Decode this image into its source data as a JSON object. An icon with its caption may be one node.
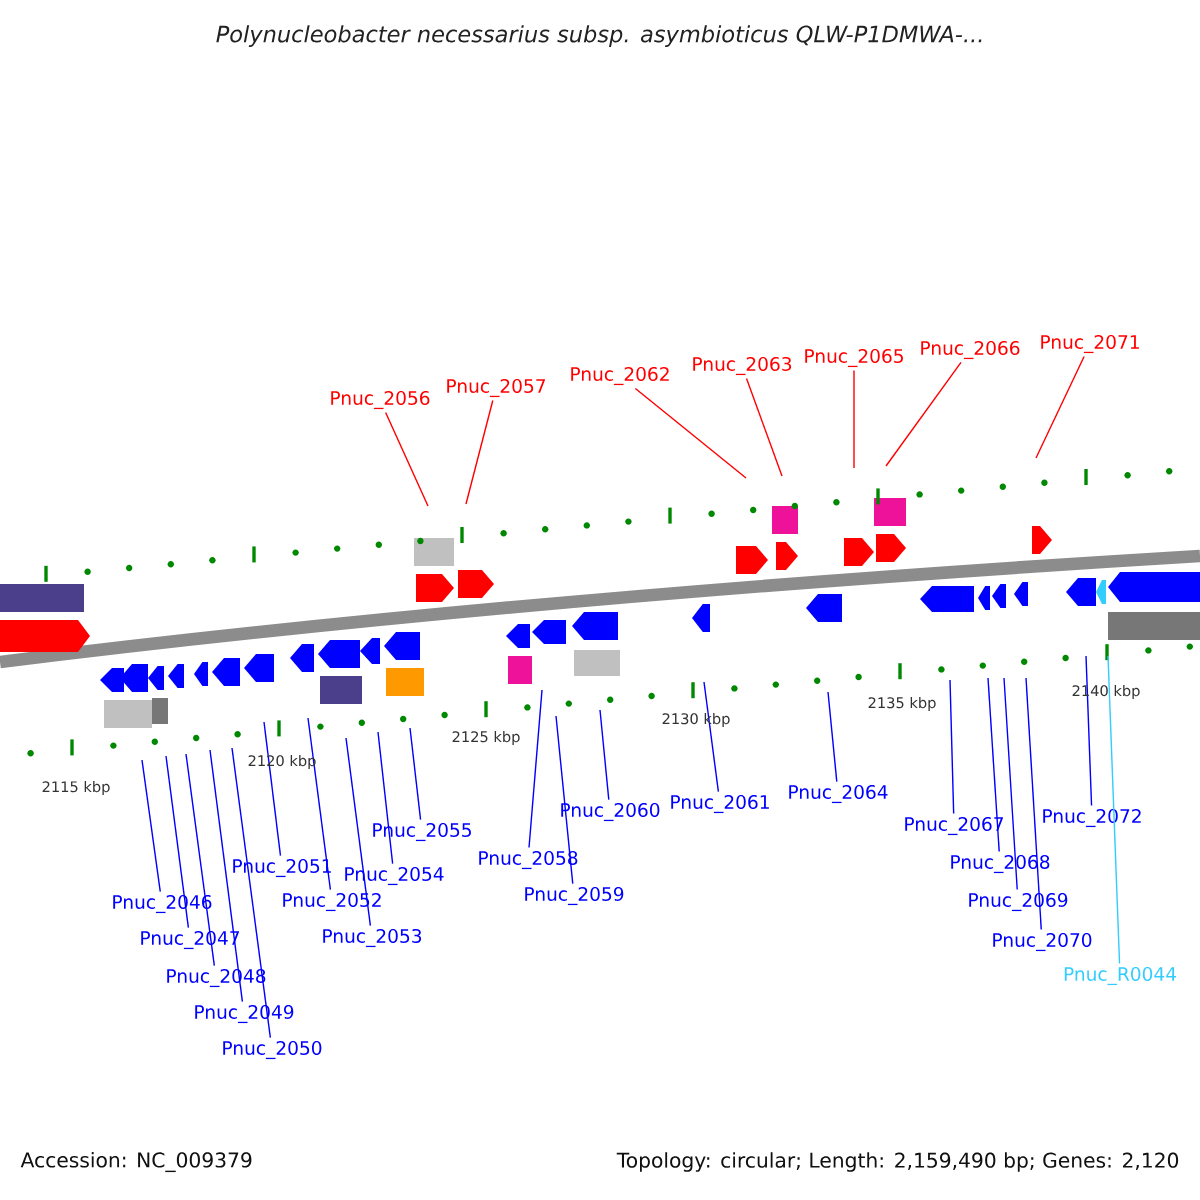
{
  "diagram": {
    "title": "Polynucleobacter necessarius subsp. asymbioticus QLW-P1DMWA-...",
    "nodes": [
      {
        "text": [
          "Pnuc_2056"
        ]
      },
      {
        "text": [
          "Pnuc_2057"
        ]
      },
      {
        "text": [
          "Pnuc_2062"
        ]
      },
      {
        "text": [
          "Pnuc_2063"
        ]
      },
      {
        "text": [
          "Pnuc_2065"
        ]
      },
      {
        "text": [
          "Pnuc_2066"
        ]
      },
      {
        "text": [
          "Pnuc_2071"
        ]
      },
      {
        "text": [
          "Pnuc_2046"
        ]
      },
      {
        "text": [
          "Pnuc_2047"
        ]
      },
      {
        "text": [
          "Pnuc_2048"
        ]
      },
      {
        "text": [
          "Pnuc_2049"
        ]
      },
      {
        "text": [
          "Pnuc_2050"
        ]
      },
      {
        "text": [
          "Pnuc_2051"
        ]
      },
      {
        "text": [
          "Pnuc_2052"
        ]
      },
      {
        "text": [
          "Pnuc_2053"
        ]
      },
      {
        "text": [
          "Pnuc_2054"
        ]
      },
      {
        "text": [
          "Pnuc_2055"
        ]
      },
      {
        "text": [
          "Pnuc_2058"
        ]
      },
      {
        "text": [
          "Pnuc_2059"
        ]
      },
      {
        "text": [
          "Pnuc_2060"
        ]
      },
      {
        "text": [
          "Pnuc_2061"
        ]
      },
      {
        "text": [
          "Pnuc_2064"
        ]
      },
      {
        "text": [
          "Pnuc_2067"
        ]
      },
      {
        "text": [
          "Pnuc_2068"
        ]
      },
      {
        "text": [
          "Pnuc_2069"
        ]
      },
      {
        "text": [
          "Pnuc_2070"
        ]
      },
      {
        "text": [
          "Pnuc_2072"
        ]
      },
      {
        "text": [
          "Pnuc_R0044"
        ]
      }
    ],
    "edges": [
      {
        "from": 0,
        "to": null,
        "arrow": "none",
        "color": "#ff0000"
      },
      {
        "from": 1,
        "to": null,
        "arrow": "none",
        "color": "#ff0000"
      },
      {
        "from": 2,
        "to": null,
        "arrow": "none",
        "color": "#ff0000"
      },
      {
        "from": 3,
        "to": null,
        "arrow": "none",
        "color": "#ff0000"
      },
      {
        "from": 4,
        "to": null,
        "arrow": "none",
        "color": "#ff0000"
      },
      {
        "from": 5,
        "to": null,
        "arrow": "none",
        "color": "#ff0000"
      },
      {
        "from": 6,
        "to": null,
        "arrow": "none",
        "color": "#ff0000"
      },
      {
        "from": 7,
        "to": null,
        "arrow": "none"
      },
      {
        "from": 8,
        "to": null,
        "arrow": "none"
      },
      {
        "from": 9,
        "to": null,
        "arrow": "none"
      },
      {
        "from": 10,
        "to": null,
        "arrow": "none"
      },
      {
        "from": 11,
        "to": null,
        "arrow": "none"
      },
      {
        "from": 12,
        "to": null,
        "arrow": "none"
      },
      {
        "from": 13,
        "to": null,
        "arrow": "none"
      },
      {
        "from": 14,
        "to": null,
        "arrow": "none"
      },
      {
        "from": 15,
        "to": null,
        "arrow": "none"
      },
      {
        "from": 16,
        "to": null,
        "arrow": "none"
      },
      {
        "from": 17,
        "to": null,
        "arrow": "none"
      },
      {
        "from": 18,
        "to": null,
        "arrow": "none"
      },
      {
        "from": 19,
        "to": null,
        "arrow": "none"
      },
      {
        "from": 20,
        "to": null,
        "arrow": "none"
      },
      {
        "from": 21,
        "to": null,
        "arrow": "none"
      },
      {
        "from": 22,
        "to": null,
        "arrow": "none"
      },
      {
        "from": 23,
        "to": null,
        "arrow": "none"
      },
      {
        "from": 24,
        "to": null,
        "arrow": "none"
      },
      {
        "from": 25,
        "to": null,
        "arrow": "none"
      },
      {
        "from": 26,
        "to": null,
        "arrow": "none"
      },
      {
        "from": 27,
        "to": null,
        "arrow": "none",
        "color": "#33ccff"
      }
    ],
    "labels": [
      "2115 kbp",
      "2120 kbp",
      "2125 kbp",
      "2130 kbp",
      "2135 kbp",
      "2140 kbp",
      "Accession: NC_009379",
      "Topology: circular; Length: 2,159,490 bp; Genes: 2,120"
    ]
  }
}
